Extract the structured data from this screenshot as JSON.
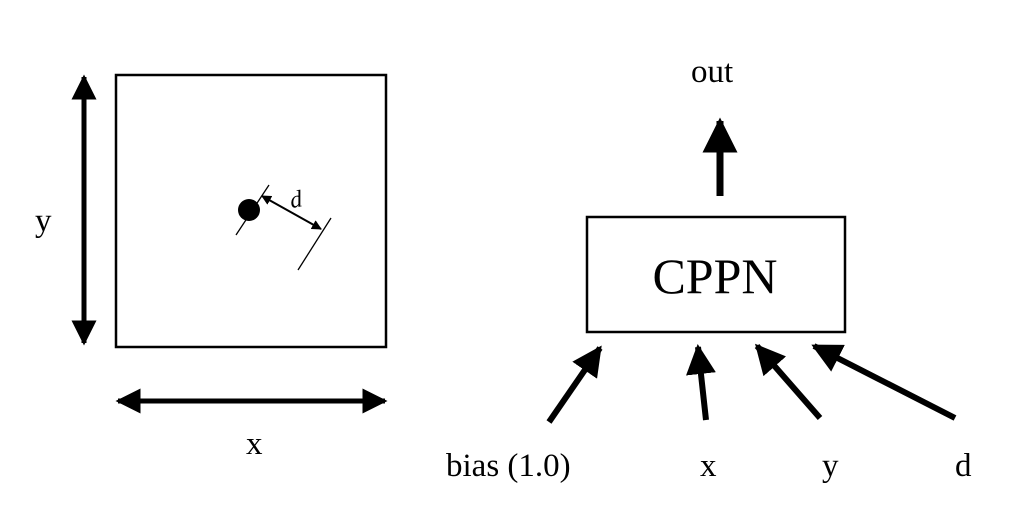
{
  "left_panel": {
    "y_axis_label": "y",
    "x_axis_label": "x",
    "distance_label": "d"
  },
  "right_panel": {
    "output_label": "out",
    "box_label": "CPPN",
    "inputs": [
      {
        "label": "bias (1.0)"
      },
      {
        "label": "x"
      },
      {
        "label": "y"
      },
      {
        "label": "d"
      }
    ]
  },
  "colors": {
    "ink": "#000000",
    "background": "#ffffff"
  }
}
